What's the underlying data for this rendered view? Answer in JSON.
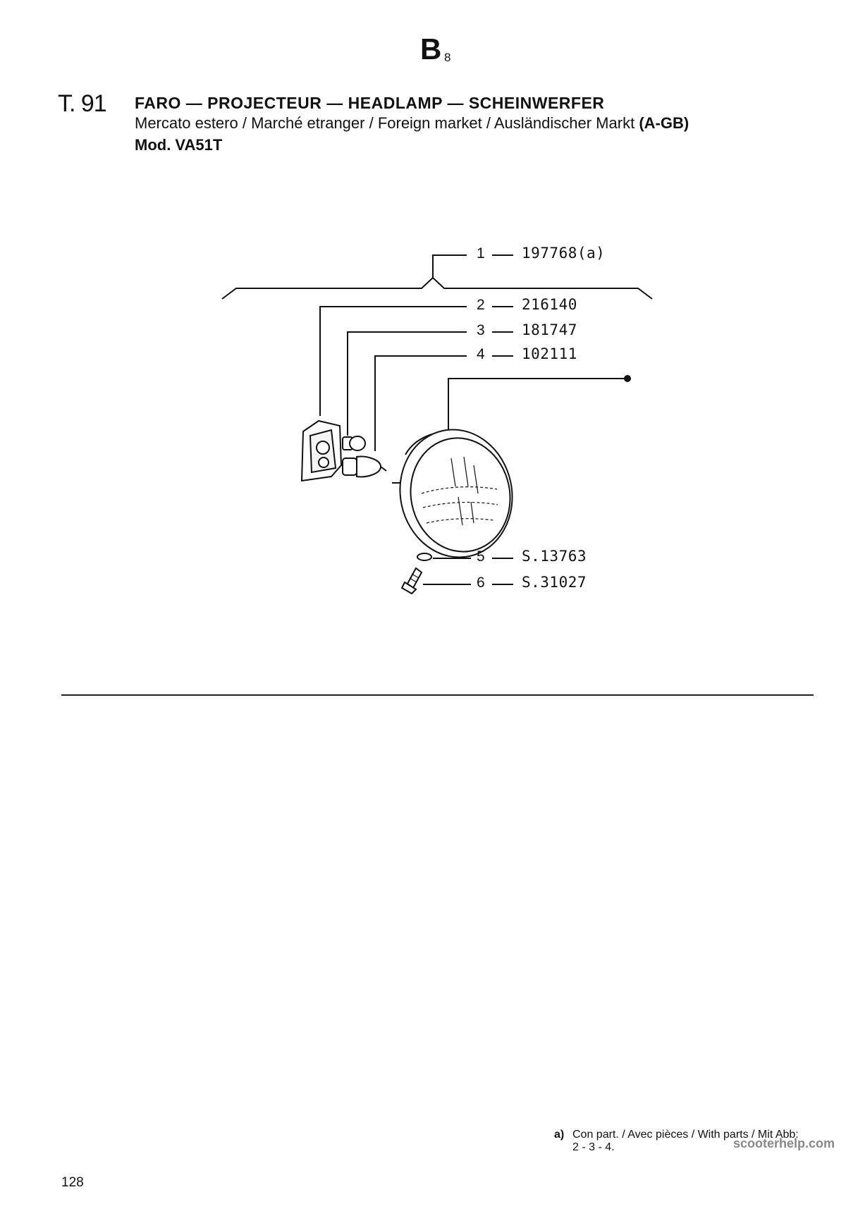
{
  "header": {
    "section_letter": "B",
    "section_sub": "8",
    "table_number": "T. 91"
  },
  "title": {
    "main": "FARO — PROJECTEUR — HEADLAMP — SCHEINWERFER",
    "market": "Mercato estero / Marché etranger / Foreign market / Ausländischer Markt",
    "market_code": "(A-GB)",
    "model": "Mod. VA51T"
  },
  "parts": [
    {
      "ref": "1",
      "code": "197768(a)"
    },
    {
      "ref": "2",
      "code": "216140"
    },
    {
      "ref": "3",
      "code": "181747"
    },
    {
      "ref": "4",
      "code": "102111"
    },
    {
      "ref": "5",
      "code": "S.13763"
    },
    {
      "ref": "6",
      "code": "S.31027"
    }
  ],
  "footnote": {
    "marker": "a)",
    "text": "Con part. / Avec pièces / With parts / Mit Abb:",
    "parts": "2 - 3 - 4."
  },
  "watermark": "scooterhelp.com",
  "page_number": "128"
}
